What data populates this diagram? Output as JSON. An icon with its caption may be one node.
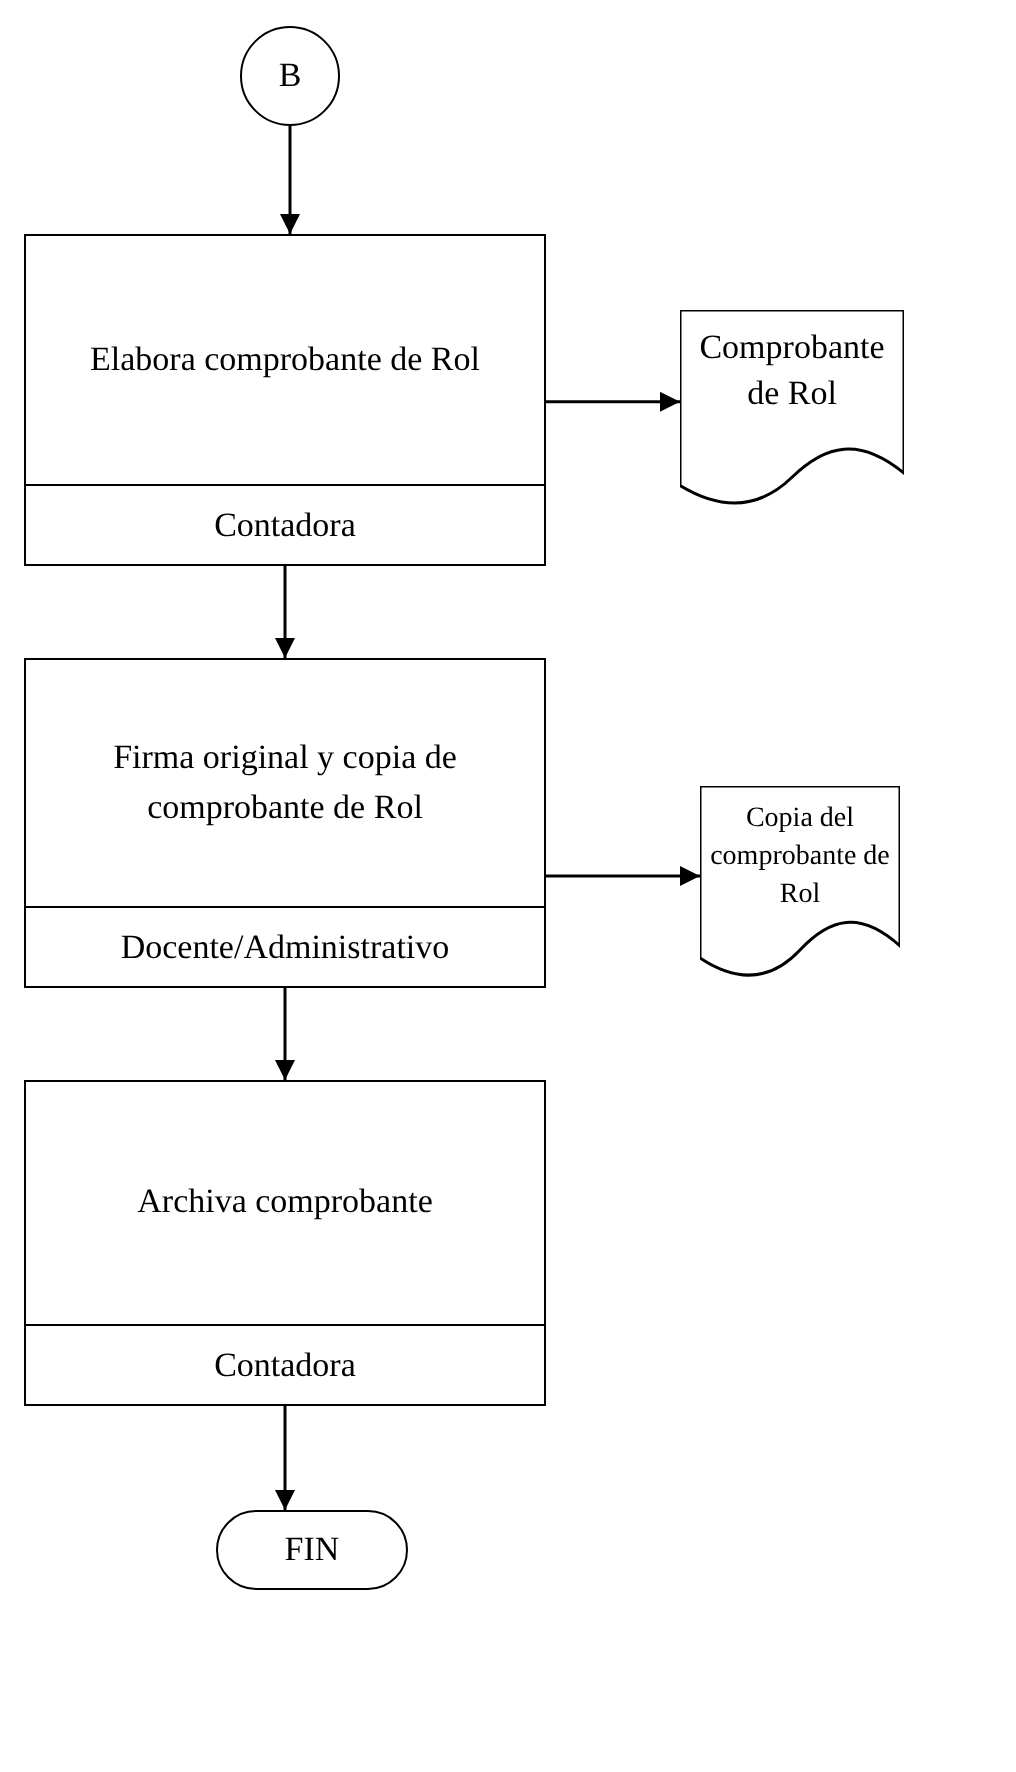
{
  "diagram": {
    "nodes": [
      {
        "text": [
          "B"
        ]
      },
      {
        "text": [
          "Elabora comprobante de Rol",
          "Contadora"
        ]
      },
      {
        "text": [
          "Comprobante de Rol"
        ]
      },
      {
        "text": [
          "Firma original y copia de comprobante de Rol",
          "Docente/Administrativo"
        ]
      },
      {
        "text": [
          "Copia del comprobante de Rol"
        ]
      },
      {
        "text": [
          "Archiva comprobante",
          "Contadora"
        ]
      },
      {
        "text": [
          "FIN"
        ]
      }
    ],
    "edges": [
      {
        "from": 0,
        "to": 1,
        "arrow": "to"
      },
      {
        "from": 1,
        "to": 2,
        "arrow": "to"
      },
      {
        "from": 1,
        "to": 3,
        "arrow": "to"
      },
      {
        "from": 3,
        "to": 4,
        "arrow": "to"
      },
      {
        "from": 3,
        "to": 5,
        "arrow": "to"
      },
      {
        "from": 5,
        "to": 6,
        "arrow": "to"
      }
    ]
  }
}
